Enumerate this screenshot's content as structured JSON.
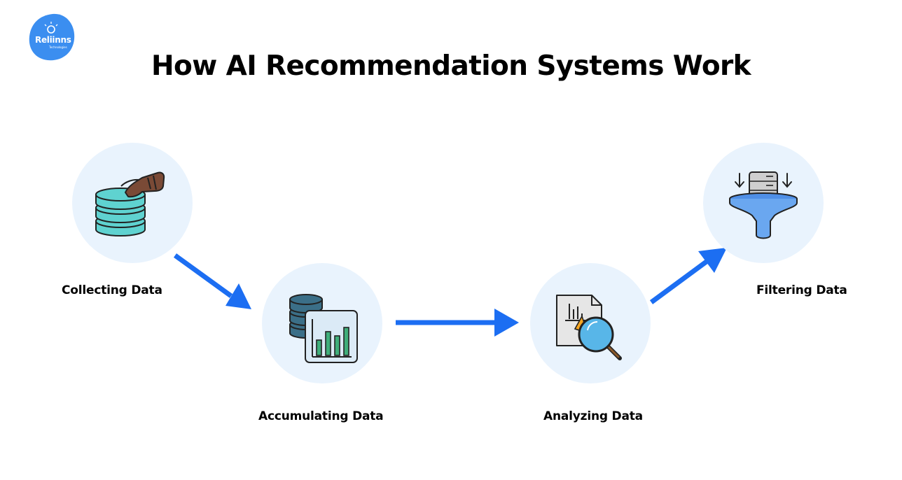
{
  "logo": {
    "name": "Reliinns",
    "subtitle": "Technologies"
  },
  "title": "How AI Recommendation Systems Work",
  "steps": [
    {
      "label": "Collecting Data",
      "icon": "database-hand-icon"
    },
    {
      "label": "Accumulating Data",
      "icon": "database-chart-icon"
    },
    {
      "label": "Analyzing Data",
      "icon": "document-magnifier-icon"
    },
    {
      "label": "Filtering Data",
      "icon": "funnel-server-icon"
    }
  ],
  "colors": {
    "arrow": "#1c6ef2",
    "circle": "#e9f3fd",
    "logo": "#3b8ef0",
    "teal": "#5fd2d0",
    "dark_teal": "#3b6f88",
    "green": "#3fae7a"
  }
}
